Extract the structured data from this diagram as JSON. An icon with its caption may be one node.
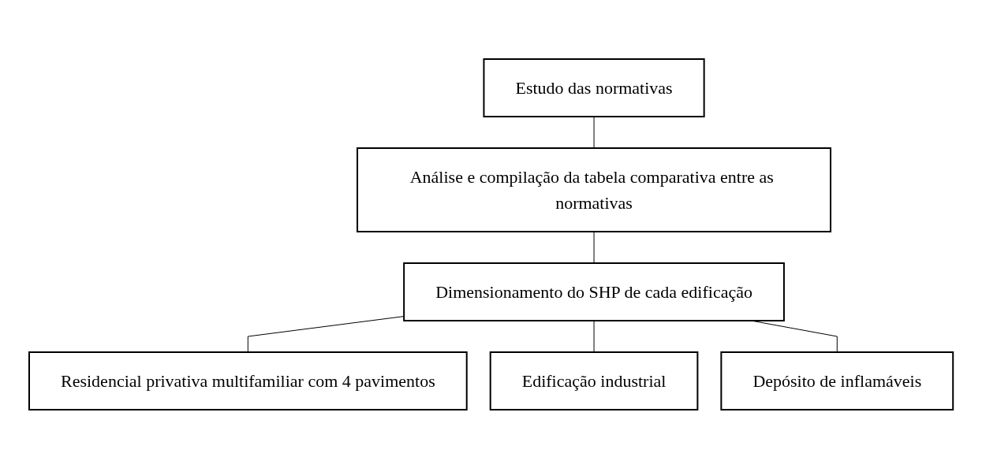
{
  "diagram": {
    "nodes": [
      {
        "text": [
          "Estudo das normativas"
        ]
      },
      {
        "text": [
          "Análise e compilação da tabela comparativa entre as normativas"
        ]
      },
      {
        "text": [
          "Dimensionamento do SHP de cada edificação"
        ]
      },
      {
        "text": [
          "Residencial privativa multifamiliar com 4 pavimentos"
        ]
      },
      {
        "text": [
          "Edificação industrial"
        ]
      },
      {
        "text": [
          "Depósito de inflamáveis"
        ]
      }
    ],
    "edges": [
      {
        "from": 0,
        "to": 1,
        "arrow": "none"
      },
      {
        "from": 1,
        "to": 2,
        "arrow": "none"
      },
      {
        "from": 2,
        "to": 3,
        "arrow": "none"
      },
      {
        "from": 2,
        "to": 4,
        "arrow": "none"
      },
      {
        "from": 2,
        "to": 5,
        "arrow": "none"
      }
    ]
  }
}
